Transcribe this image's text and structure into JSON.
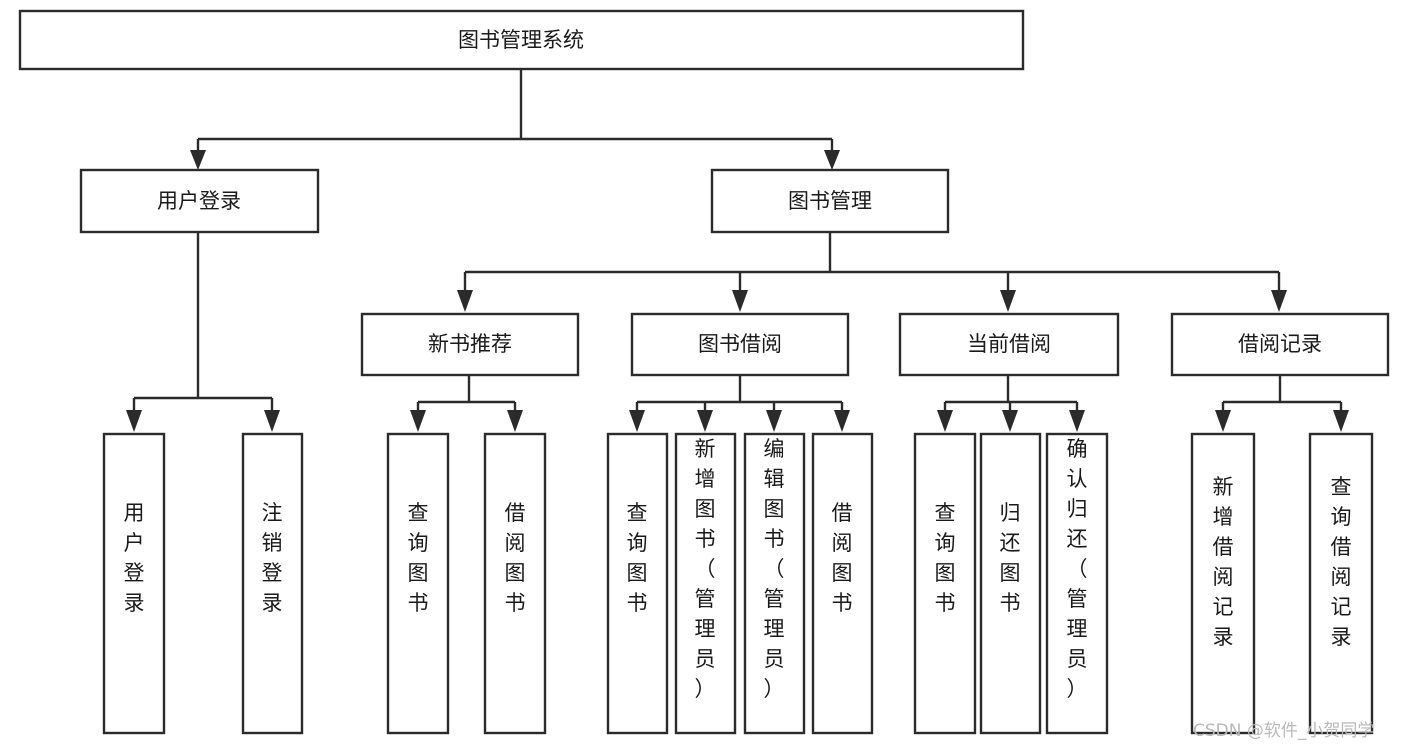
{
  "diagram": {
    "type": "tree-hierarchy-diagram",
    "title": "图书管理系统",
    "orientation": "top-down",
    "watermark": "CSDN @软件_小贺同学",
    "colors": {
      "stroke": "#2b2b2b",
      "fill": "#ffffff",
      "text": "#1a1a1a",
      "watermark": "#b9b9b9"
    },
    "levels": {
      "root": "图书管理系统",
      "level2": [
        "用户登录",
        "图书管理"
      ],
      "level3": [
        "新书推荐",
        "图书借阅",
        "当前借阅",
        "借阅记录"
      ]
    },
    "nodes": {
      "root": {
        "label": "图书管理系统",
        "level": 1,
        "orientation": "horizontal"
      },
      "n_user_login": {
        "label": "用户登录",
        "level": 2,
        "orientation": "horizontal",
        "parent": "图书管理系统"
      },
      "n_book_mgmt": {
        "label": "图书管理",
        "level": 2,
        "orientation": "horizontal",
        "parent": "图书管理系统"
      },
      "n_new_book_rec": {
        "label": "新书推荐",
        "level": 3,
        "orientation": "horizontal",
        "parent": "图书管理"
      },
      "n_book_borrow": {
        "label": "图书借阅",
        "level": 3,
        "orientation": "horizontal",
        "parent": "图书管理"
      },
      "n_current_borrow": {
        "label": "当前借阅",
        "level": 3,
        "orientation": "horizontal",
        "parent": "图书管理"
      },
      "n_borrow_record": {
        "label": "借阅记录",
        "level": 3,
        "orientation": "horizontal",
        "parent": "图书管理"
      },
      "l_user_login": {
        "label": "用户登录",
        "level": 4,
        "orientation": "vertical",
        "parent": "用户登录"
      },
      "l_logout": {
        "label": "注销登录",
        "level": 4,
        "orientation": "vertical",
        "parent": "用户登录"
      },
      "l_query_book_1": {
        "label": "查询图书",
        "level": 4,
        "orientation": "vertical",
        "parent": "新书推荐"
      },
      "l_borrow_book_1": {
        "label": "借阅图书",
        "level": 4,
        "orientation": "vertical",
        "parent": "新书推荐"
      },
      "l_query_book_2": {
        "label": "查询图书",
        "level": 4,
        "orientation": "vertical",
        "parent": "图书借阅"
      },
      "l_add_book": {
        "label": "新增图书（管理员）",
        "level": 4,
        "orientation": "vertical",
        "parent": "图书借阅"
      },
      "l_edit_book": {
        "label": "编辑图书（管理员）",
        "level": 4,
        "orientation": "vertical",
        "parent": "图书借阅"
      },
      "l_borrow_book_2": {
        "label": "借阅图书",
        "level": 4,
        "orientation": "vertical",
        "parent": "图书借阅"
      },
      "l_query_book_3": {
        "label": "查询图书",
        "level": 4,
        "orientation": "vertical",
        "parent": "当前借阅"
      },
      "l_return_book": {
        "label": "归还图书",
        "level": 4,
        "orientation": "vertical",
        "parent": "当前借阅"
      },
      "l_confirm_return": {
        "label": "确认归还（管理员）",
        "level": 4,
        "orientation": "vertical",
        "parent": "当前借阅"
      },
      "l_add_record": {
        "label": "新增借阅记录",
        "level": 4,
        "orientation": "vertical",
        "parent": "借阅记录"
      },
      "l_query_record": {
        "label": "查询借阅记录",
        "level": 4,
        "orientation": "vertical",
        "parent": "借阅记录"
      }
    }
  }
}
